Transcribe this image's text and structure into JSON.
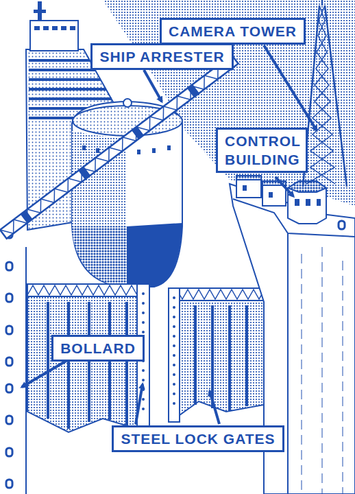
{
  "diagram": {
    "nodes": [
      {
        "text": [
          "CAMERA TOWER"
        ]
      },
      {
        "text": [
          "SHIP ARRESTER"
        ]
      },
      {
        "text": [
          "CONTROL BUILDING"
        ]
      },
      {
        "text": [
          "BOLLARD"
        ]
      },
      {
        "text": [
          "STEEL LOCK GATES"
        ]
      }
    ]
  }
}
